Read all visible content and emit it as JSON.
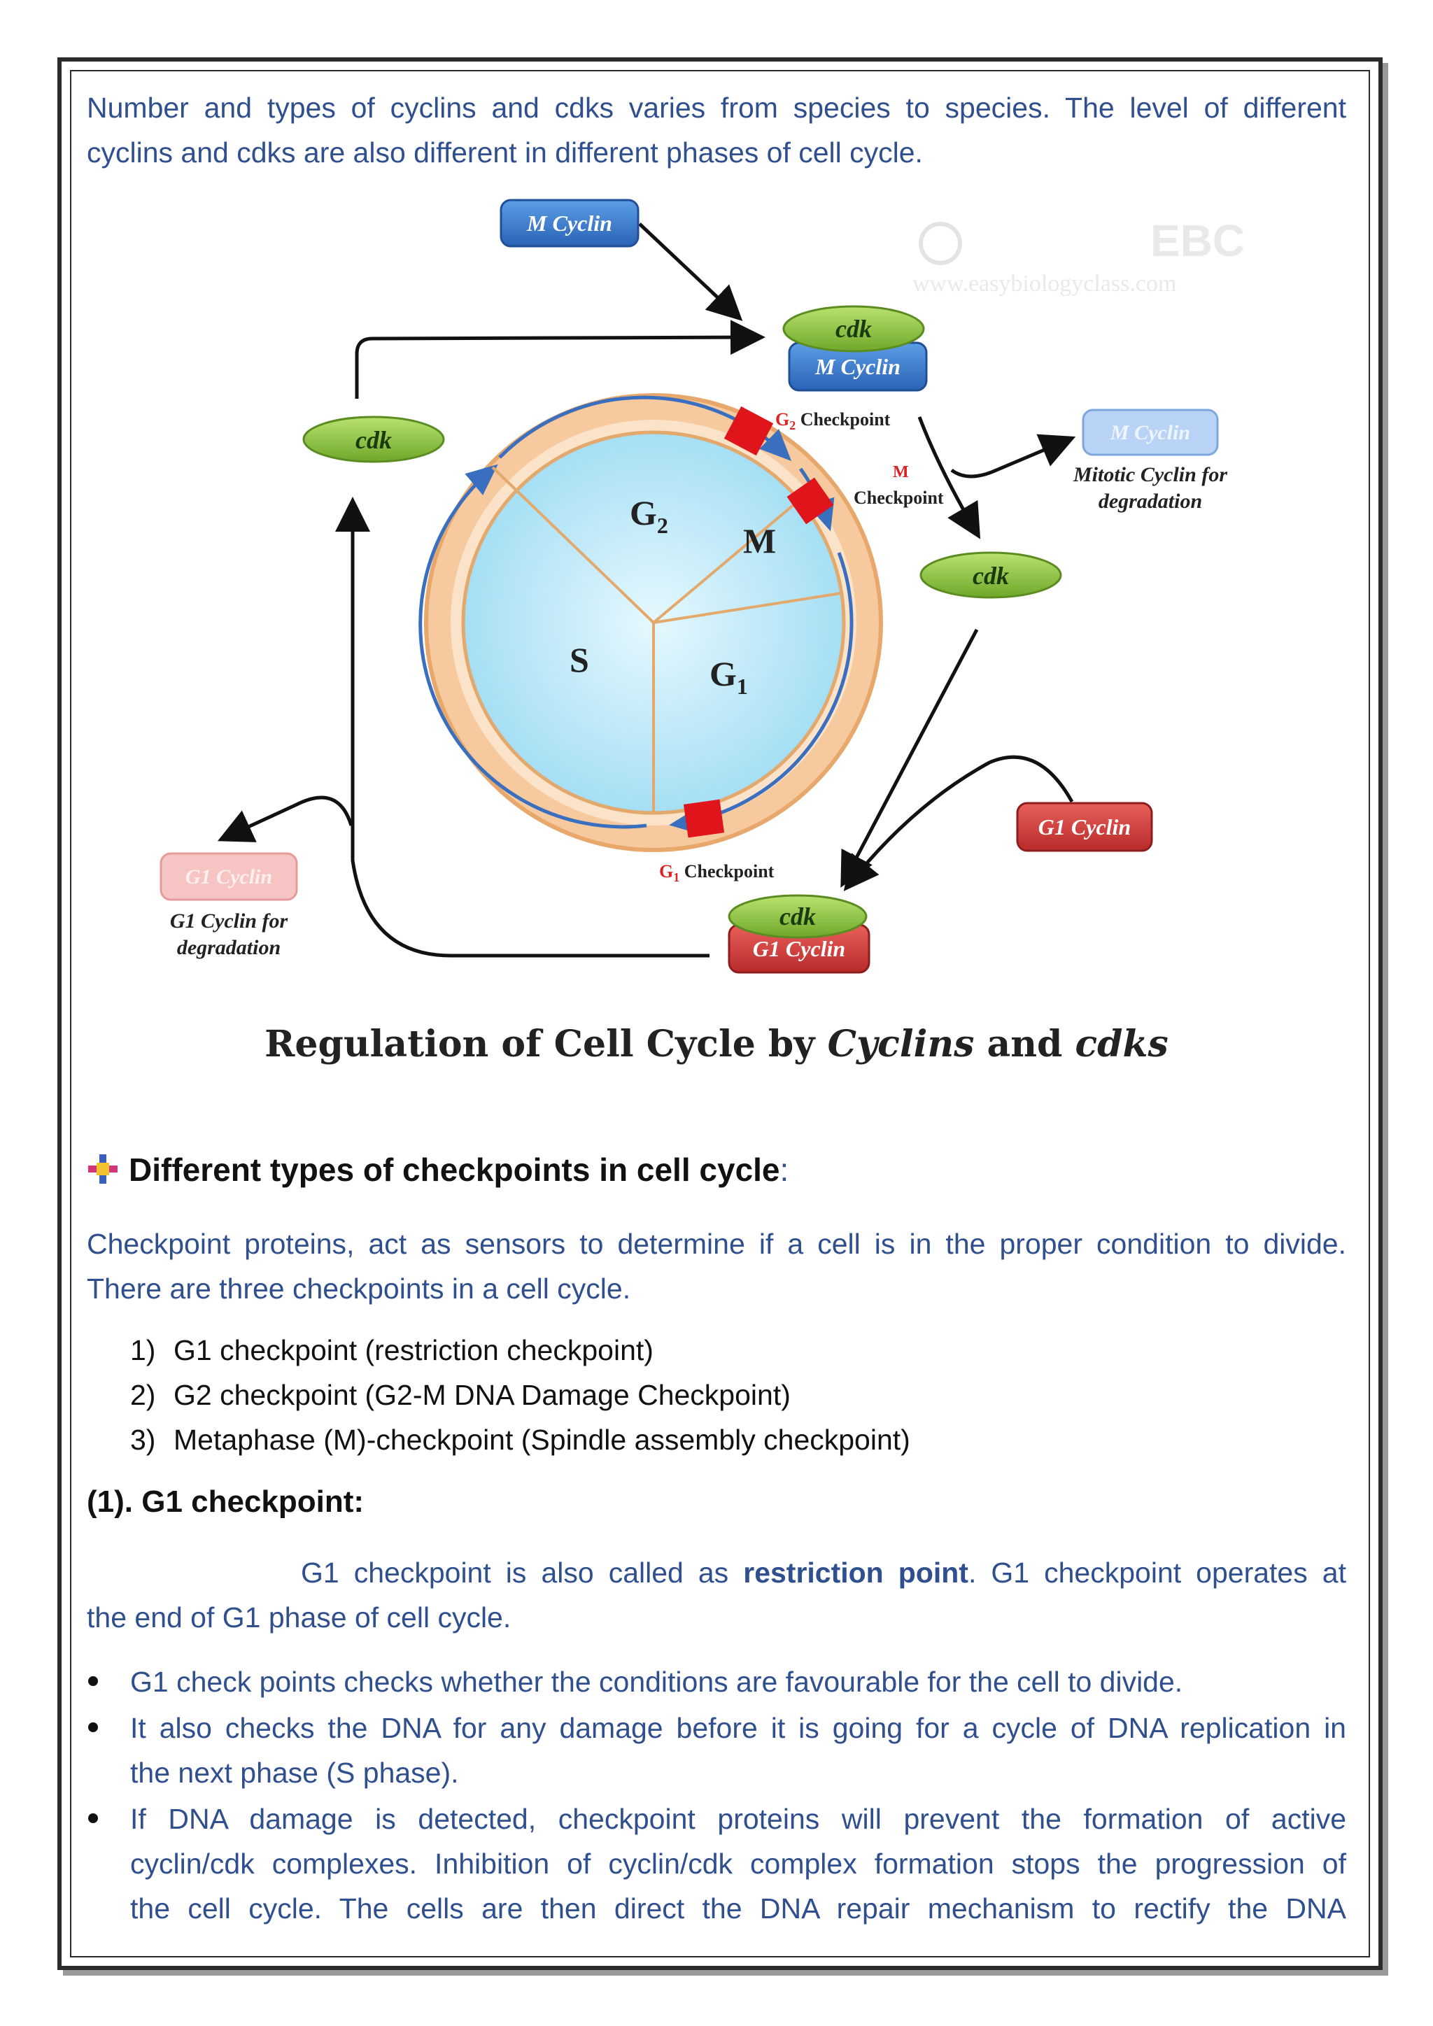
{
  "intro": {
    "line1": "Number and types of cyclins and cdks varies from species to species. The level of different",
    "line2": "cyclins and cdks are also different in different phases of cell cycle."
  },
  "diagram": {
    "m_cyclin": "M Cyclin",
    "cdk": "cdk",
    "m_cyclin_faded": "M Cyclin",
    "mitotic_line1": "Mitotic Cyclin for",
    "mitotic_line2": "degradation",
    "g1_cyclin": "G1 Cyclin",
    "g1_cyclin_faded": "G1 Cyclin",
    "g1_deg_line1": "G1 Cyclin for",
    "g1_deg_line2": "degradation",
    "phase_g2": "G",
    "phase_g2_sub": "2",
    "phase_m": "M",
    "phase_s": "S",
    "phase_g1": "G",
    "phase_g1_sub": "1",
    "g2_checkpoint_g": "G",
    "g2_checkpoint_sub": "2",
    "g2_checkpoint_text": " Checkpoint",
    "m_checkpoint_m": "M",
    "m_checkpoint_text": "Checkpoint",
    "g1_checkpoint_g": "G",
    "g1_checkpoint_sub": "1",
    "g1_checkpoint_text": " Checkpoint",
    "watermark_top": "EBC",
    "watermark_url": "www.easybiologyclass.com",
    "caption_a": "Regulation of Cell Cycle by ",
    "caption_b": "Cyclins",
    "caption_c": " and ",
    "caption_d": "cdks",
    "colors": {
      "green": "#8cc63f",
      "blue": "#3a7fd0",
      "red": "#d83a3a",
      "orange": "#f4c08e",
      "cell": "#bfe9f8"
    }
  },
  "section": {
    "heading": "Different types of checkpoints in cell cycle",
    "colon": ":",
    "para_line1": "Checkpoint proteins, act as sensors to determine if a cell is in the proper condition to divide.",
    "para_line2": "There are three checkpoints in a cell cycle.",
    "list": [
      {
        "num": "1)",
        "text": "G1 checkpoint (restriction checkpoint)"
      },
      {
        "num": "2)",
        "text": "G2 checkpoint (G2-M DNA Damage Checkpoint)"
      },
      {
        "num": "3)",
        "text": "Metaphase (M)-checkpoint (Spindle assembly checkpoint)"
      }
    ]
  },
  "g1": {
    "heading": "(1). G1 checkpoint:",
    "p_a": "G1 checkpoint is also called as ",
    "p_bold": "restriction point",
    "p_b": ". G1 checkpoint operates at",
    "p_line2": "the end of G1 phase of cell cycle.",
    "bullets": [
      {
        "l1": "G1 check points checks whether the conditions are favourable for the cell to divide."
      },
      {
        "l1": "It also checks the DNA for any damage before it is going for a cycle of DNA replication in",
        "l2": "the next phase (S phase)."
      },
      {
        "l1": "If DNA damage is detected, checkpoint proteins will prevent the formation of active",
        "l2": "cyclin/cdk complexes. Inhibition of cyclin/cdk complex formation stops the progression of",
        "l3": "the cell cycle. The cells are then direct the DNA repair mechanism to rectify the DNA"
      }
    ]
  }
}
